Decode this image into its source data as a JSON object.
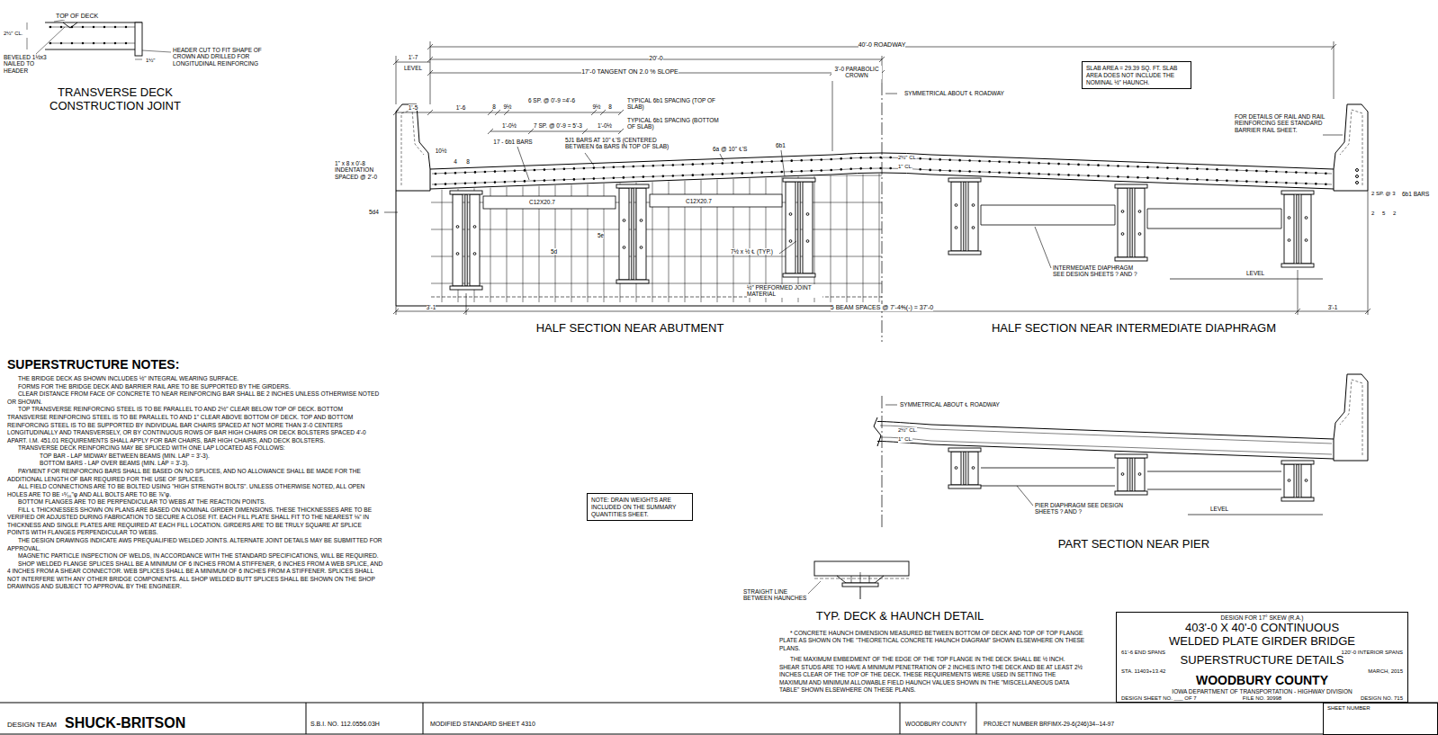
{
  "diagram": {
    "nodes": [
      {
        "text": [
          "SLAB AREA = 29.39 SQ. FT. SLAB AREA DOES NOT INCLUDE THE NOMINAL ½\" HAUNCH."
        ]
      },
      {
        "text": [
          "NOTE: DRAIN WEIGHTS ARE INCLUDED ON THE SUMMARY QUANTITIES SHEET."
        ]
      },
      {
        "text": [
          "DESIGN FOR 17° SKEW (R.A.)",
          "403'-0 X 40'-0 CONTINUOUS",
          "WELDED PLATE GIRDER BRIDGE",
          "61'-6 END SPANS",
          "120'-0 INTERIOR SPANS",
          "SUPERSTRUCTURE DETAILS",
          "STA. 11403+13.42",
          "MARCH, 2015",
          "WOODBURY COUNTY",
          "IOWA DEPARTMENT OF TRANSPORTATION - HIGHWAY DIVISION",
          "DESIGN SHEET NO. ___ OF 7",
          "FILE NO. 30998",
          "DESIGN NO. 715"
        ]
      },
      {
        "text": [
          "SHEET NUMBER"
        ]
      }
    ],
    "labels": [
      "TOP OF DECK",
      "2½\" CL.",
      "BEVELED 1½x3 NAILED TO HEADER",
      "HEADER CUT TO FIT SHAPE OF CROWN AND DRILLED FOR LONGITUDINAL REINFORCING",
      "1½\"",
      "TRANSVERSE DECK CONSTRUCTION JOINT",
      "40'-0 ROADWAY",
      "20'-0",
      "1'-7",
      "LEVEL",
      "17'-0 TANGENT ON 2.0 % SLOPE",
      "3'-0 PARABOLIC CROWN",
      "SYMMETRICAL ABOUT ℄ ROADWAY",
      "1'-5",
      "1'-6",
      "8",
      "9½",
      "6 SP. @ 0'-9 =4'-6",
      "9½",
      "8",
      "TYPICAL 6b1 SPACING (TOP OF SLAB)",
      "1'-0½",
      "7 SP. @ 0'-9 = 5'-3",
      "1'-0½",
      "TYPICAL 6b1 SPACING (BOTTOM OF SLAB)",
      "17 - 6b1 BARS",
      "5J1 BARS AT 10\" ℄'S (CENTERED BETWEEN 6a BARS IN TOP OF SLAB)",
      "6a @ 10\" ℄'S",
      "6b1",
      "10½",
      "1\" x 8 x 0'-8 INDENTATION SPACED @ 2'-0",
      "4",
      "8",
      "5d4",
      "C12X20.7",
      "C12X20.7",
      "5d",
      "5e",
      "7½ x ½ ℄ (TYP.)",
      "½\" PREFORMED JOINT MATERIAL",
      "3'-1",
      "5 BEAM SPACES @ 7'-4⅘(-) = 37'-0",
      "3'-1",
      "HALF SECTION NEAR ABUTMENT",
      "HALF SECTION NEAR INTERMEDIATE DIAPHRAGM",
      "INTERMEDIATE DIAPHRAGM SEE DESIGN SHEETS ? AND ?",
      "LEVEL",
      "FOR DETAILS OF RAIL AND RAIL REINFORCING SEE STANDARD BARRIER RAIL SHEET.",
      "2 SP. @ 3",
      "2",
      "5",
      "2",
      "6b1 BARS",
      "2½\" CL.",
      "1\" CL.",
      "SYMMETRICAL ABOUT ℄ ROADWAY",
      "2½\" CL.",
      "1\" CL.",
      "PIER DIAPHRAGM SEE DESIGN SHEETS ? AND ?",
      "LEVEL",
      "PART SECTION NEAR PIER",
      "STRAIGHT LINE BETWEEN HAUNCHES",
      "TYP. DECK & HAUNCH DETAIL",
      "* CONCRETE HAUNCH DIMENSION MEASURED BETWEEN BOTTOM OF DECK AND TOP OF TOP FLANGE PLATE AS SHOWN ON THE \"THEORETICAL CONCRETE HAUNCH DIAGRAM\" SHOWN ELSEWHERE ON THESE PLANS.",
      "THE MAXIMUM EMBEDMENT OF THE EDGE OF THE TOP FLANGE IN THE DECK SHALL BE ½ INCH. SHEAR STUDS ARE TO HAVE A MINIMUM PENETRATION OF 2 INCHES INTO THE DECK AND BE AT LEAST 2½ INCHES CLEAR OF THE TOP OF THE DECK. THESE REQUIREMENTS WERE USED IN SETTING THE MAXIMUM AND MINIMUM ALLOWABLE FIELD HAUNCH VALUES SHOWN IN THE \"MISCELLANEOUS DATA TABLE\" SHOWN ELSEWHERE ON THESE PLANS.",
      "SUPERSTRUCTURE NOTES:",
      "THE BRIDGE DECK AS SHOWN INCLUDES ½\" INTEGRAL WEARING SURFACE.",
      "FORMS FOR THE BRIDGE DECK AND BARRIER RAIL ARE TO BE SUPPORTED BY THE GIRDERS.",
      "CLEAR DISTANCE FROM FACE OF CONCRETE TO NEAR REINFORCING BAR SHALL BE 2 INCHES UNLESS OTHERWISE NOTED OR SHOWN.",
      "TOP TRANSVERSE REINFORCING STEEL IS TO BE PARALLEL TO AND 2½\" CLEAR BELOW TOP OF DECK. BOTTOM TRANSVERSE REINFORCING STEEL IS TO BE PARALLEL TO AND 1\" CLEAR ABOVE BOTTOM OF DECK. TOP AND BOTTOM REINFORCING STEEL IS TO BE SUPPORTED BY INDIVIDUAL BAR CHAIRS SPACED AT NOT MORE THAN 3'-0 CENTERS LONGITUDINALLY AND TRANSVERSELY, OR BY CONTINUOUS ROWS OF BAR HIGH CHAIRS OR DECK BOLSTERS SPACED 4'-0 APART. I.M. 451.01 REQUIREMENTS SHALL APPLY FOR BAR CHAIRS, BAR HIGH CHAIRS, AND DECK BOLSTERS.",
      "TRANSVERSE DECK REINFORCING MAY BE SPLICED WITH ONE LAP LOCATED AS FOLLOWS:",
      "TOP BAR - LAP MIDWAY BETWEEN BEAMS (MIN. LAP = 3'-3).",
      "BOTTOM BARS - LAP OVER BEAMS (MIN. LAP = 3'-3).",
      "PAYMENT FOR REINFORCING BARS SHALL BE BASED ON NO SPLICES, AND NO ALLOWANCE SHALL BE MADE FOR THE ADDITIONAL LENGTH OF BAR REQUIRED FOR THE USE OF SPLICES.",
      "ALL FIELD CONNECTIONS ARE TO BE BOLTED USING \"HIGH STRENGTH BOLTS\". UNLESS OTHERWISE NOTED, ALL OPEN HOLES ARE TO BE ¹⁵⁄₁₆\"φ AND ALL BOLTS ARE TO BE ⅞\"φ.",
      "BOTTOM FLANGES ARE TO BE PERPENDICULAR TO WEBS AT THE REACTION POINTS.",
      "FILL ℄ THICKNESSES SHOWN ON PLANS ARE BASED ON NOMINAL GIRDER DIMENSIONS. THESE THICKNESSES ARE TO BE VERIFIED OR ADJUSTED DURING FABRICATION TO SECURE A CLOSE FIT. EACH FILL PLATE SHALL FIT TO THE NEAREST ⅛\" IN THICKNESS AND SINGLE PLATES ARE REQUIRED AT EACH FILL LOCATION. GIRDERS ARE TO BE TRULY SQUARE AT SPLICE POINTS WITH FLANGES PERPENDICULAR TO WEBS.",
      "THE DESIGN DRAWINGS INDICATE AWS PREQUALIFIED WELDED JOINTS. ALTERNATE JOINT DETAILS MAY BE SUBMITTED FOR APPROVAL.",
      "MAGNETIC PARTICLE INSPECTION OF WELDS, IN ACCORDANCE WITH THE STANDARD SPECIFICATIONS, WILL BE REQUIRED.",
      "SHOP WELDED FLANGE SPLICES SHALL BE A MINIMUM OF 6 INCHES FROM A STIFFENER, 6 INCHES FROM A WEB SPLICE, AND 4 INCHES FROM A SHEAR CONNECTOR. WEB SPLICES SHALL BE A MINIMUM OF 6 INCHES FROM A STIFFENER. SPLICES SHALL NOT INTERFERE WITH ANY OTHER BRIDGE COMPONENTS. ALL SHOP WELDED BUTT SPLICES SHALL BE SHOWN ON THE SHOP DRAWINGS AND SUBJECT TO APPROVAL BY THE ENGINEER.",
      "DESIGN TEAM",
      "SHUCK-BRITSON",
      "S.B.I. NO. 112.0556.03H",
      "MODIFIED STANDARD SHEET 4310",
      "WOODBURY COUNTY",
      "PROJECT NUMBER BRFIMX-29-6(246)34--14-97"
    ]
  }
}
